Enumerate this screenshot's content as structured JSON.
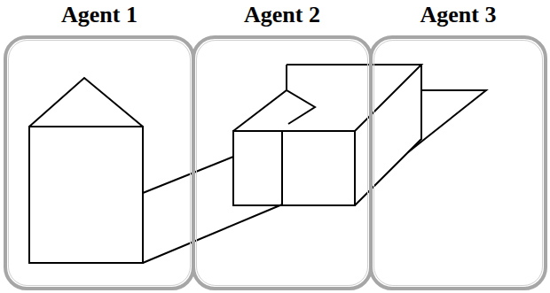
{
  "diagram": {
    "nodes": [
      {
        "text": [
          "Agent 1"
        ]
      },
      {
        "text": [
          "Agent 2"
        ]
      },
      {
        "text": [
          "Agent 3"
        ]
      }
    ]
  }
}
